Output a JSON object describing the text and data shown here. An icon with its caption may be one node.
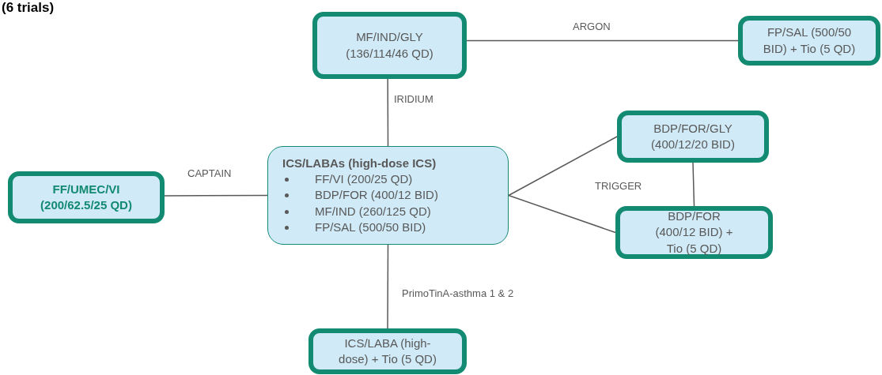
{
  "diagram": {
    "title": "(6 trials)",
    "nodes": [
      {
        "text": [
          "MF/IND/GLY (136/114/46 QD)"
        ]
      },
      {
        "text": [
          "FP/SAL (500/50 BID) + Tio (5 QD)"
        ]
      },
      {
        "text": [
          "FF/UMEC/VI (200/62.5/25 QD)"
        ]
      },
      {
        "text": [
          "ICS/LABAs (high-dose ICS)",
          "FF/VI (200/25 QD)",
          "BDP/FOR (400/12 BID)",
          "MF/IND (260/125 QD)",
          "FP/SAL (500/50 BID)"
        ]
      },
      {
        "text": [
          "BDP/FOR/GLY (400/12/20 BID)"
        ]
      },
      {
        "text": [
          "BDP/FOR (400/12 BID) + Tio (5 QD)"
        ]
      },
      {
        "text": [
          "ICS/LABA (high-dose) + Tio (5 QD)"
        ]
      }
    ],
    "edges": [
      {
        "from": 0,
        "to": 1,
        "arrow": "none",
        "label": "ARGON"
      },
      {
        "from": 0,
        "to": 3,
        "arrow": "none",
        "label": "IRIDIUM"
      },
      {
        "from": 2,
        "to": 3,
        "arrow": "none",
        "label": "CAPTAIN"
      },
      {
        "from": 3,
        "to": 4,
        "arrow": "none"
      },
      {
        "from": 3,
        "to": 5,
        "arrow": "none"
      },
      {
        "from": 4,
        "to": 5,
        "arrow": "none"
      },
      {
        "from": 3,
        "to": 6,
        "arrow": "none",
        "label": "PrimoTinA-asthma 1 & 2"
      }
    ],
    "labels": [
      "TRIGGER"
    ]
  }
}
